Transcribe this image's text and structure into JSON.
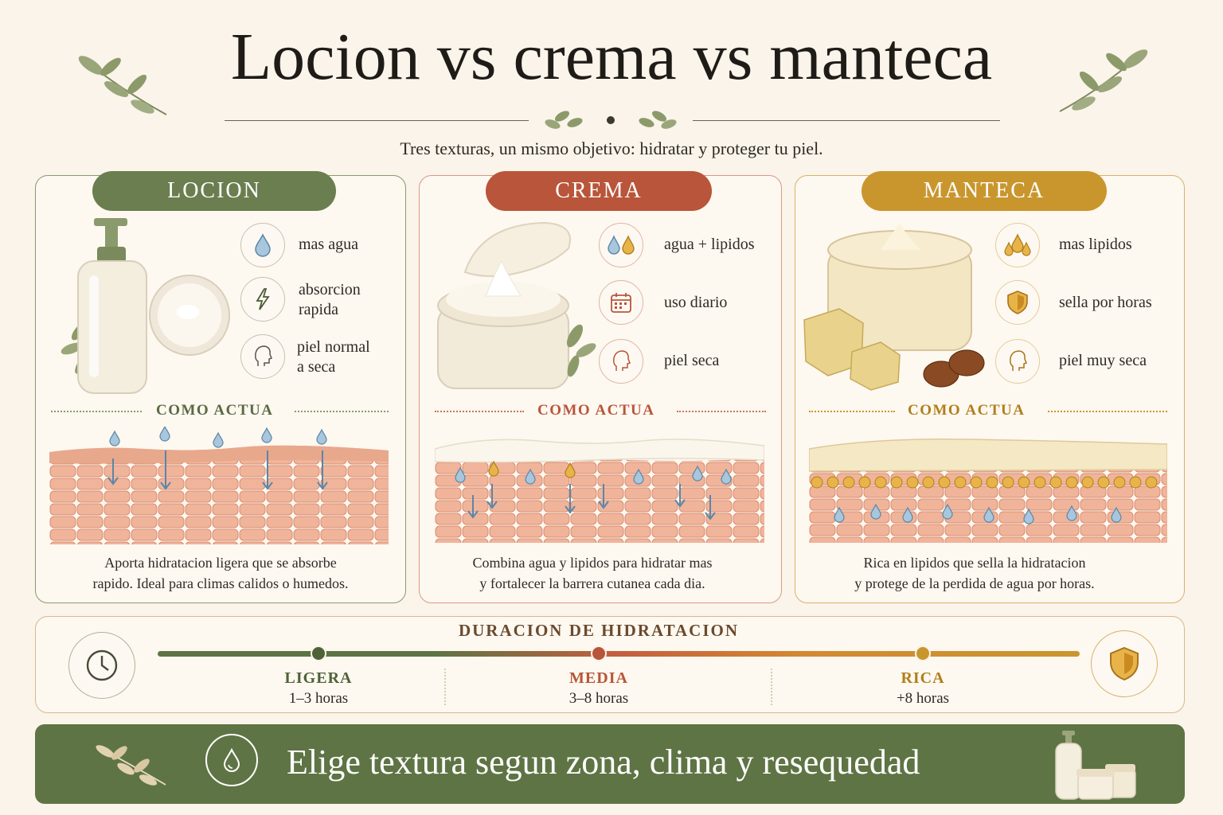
{
  "header": {
    "title": "Locion vs crema vs manteca",
    "subtitle": "Tres texturas, un mismo objetivo: hidratar y proteger tu piel."
  },
  "colors": {
    "locion": "#6b7e4f",
    "crema": "#b9553a",
    "manteca": "#c9962e",
    "background": "#faf4ea"
  },
  "cards": [
    {
      "label": "LOCION",
      "features": [
        {
          "icon": "water-drop-icon",
          "text": "mas agua"
        },
        {
          "icon": "lightning-icon",
          "text": "absorcion\nrapida"
        },
        {
          "icon": "face-icon",
          "text": "piel normal\na seca"
        }
      ],
      "como_actua": "COMO ACTUA",
      "description": "Aporta hidratacion ligera que se absorbe\nrapido. Ideal para climas calidos o humedos."
    },
    {
      "label": "CREMA",
      "features": [
        {
          "icon": "water-oil-drops-icon",
          "text": "agua + lipidos"
        },
        {
          "icon": "calendar-icon",
          "text": "uso diario"
        },
        {
          "icon": "face-icon",
          "text": "piel seca"
        }
      ],
      "como_actua": "COMO ACTUA",
      "description": "Combina agua y lipidos para hidratar mas\ny fortalecer la barrera cutanea cada dia."
    },
    {
      "label": "MANTECA",
      "features": [
        {
          "icon": "oil-drops-icon",
          "text": "mas lipidos"
        },
        {
          "icon": "shield-icon",
          "text": "sella por horas"
        },
        {
          "icon": "face-icon",
          "text": "piel muy seca"
        }
      ],
      "como_actua": "COMO ACTUA",
      "description": "Rica en lipidos que sella la hidratacion\ny protege de la perdida de agua por horas."
    }
  ],
  "duration": {
    "title": "DURACION DE HIDRATACION",
    "levels": [
      {
        "label": "LIGERA",
        "hours": "1–3 horas"
      },
      {
        "label": "MEDIA",
        "hours": "3–8 horas"
      },
      {
        "label": "RICA",
        "hours": "+8 horas"
      }
    ]
  },
  "banner": {
    "text": "Elige textura segun zona, clima y resequedad"
  }
}
